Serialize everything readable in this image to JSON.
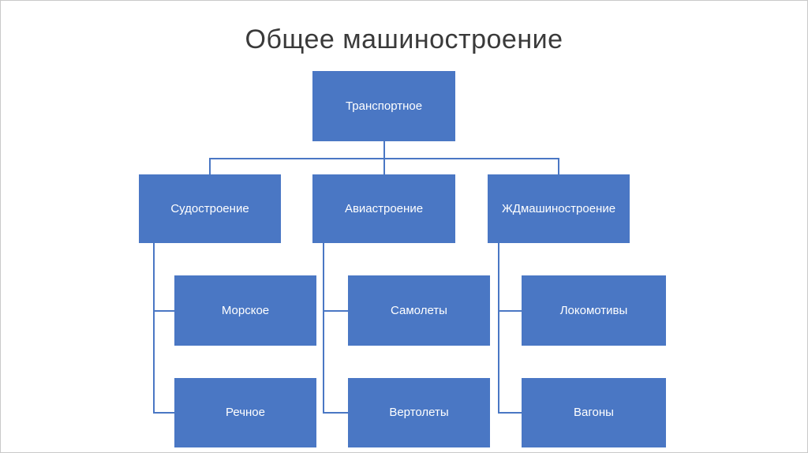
{
  "title": "Общее машиностроение",
  "colors": {
    "box_fill": "#4a77c4",
    "box_text": "#ffffff",
    "connector": "#4a77c4",
    "title_text": "#3a3a3a",
    "background": "#ffffff"
  },
  "diagram": {
    "type": "org-tree",
    "root": {
      "label": "Транспортное"
    },
    "branches": [
      {
        "label": "Судостроение",
        "children": [
          {
            "label": "Морское"
          },
          {
            "label": "Речное"
          }
        ]
      },
      {
        "label": "Авиастроение",
        "children": [
          {
            "label": "Самолеты"
          },
          {
            "label": "Вертолеты"
          }
        ]
      },
      {
        "label": "ЖДмашиностроение",
        "children": [
          {
            "label": "Локомотивы"
          },
          {
            "label": "Вагоны"
          }
        ]
      }
    ]
  }
}
